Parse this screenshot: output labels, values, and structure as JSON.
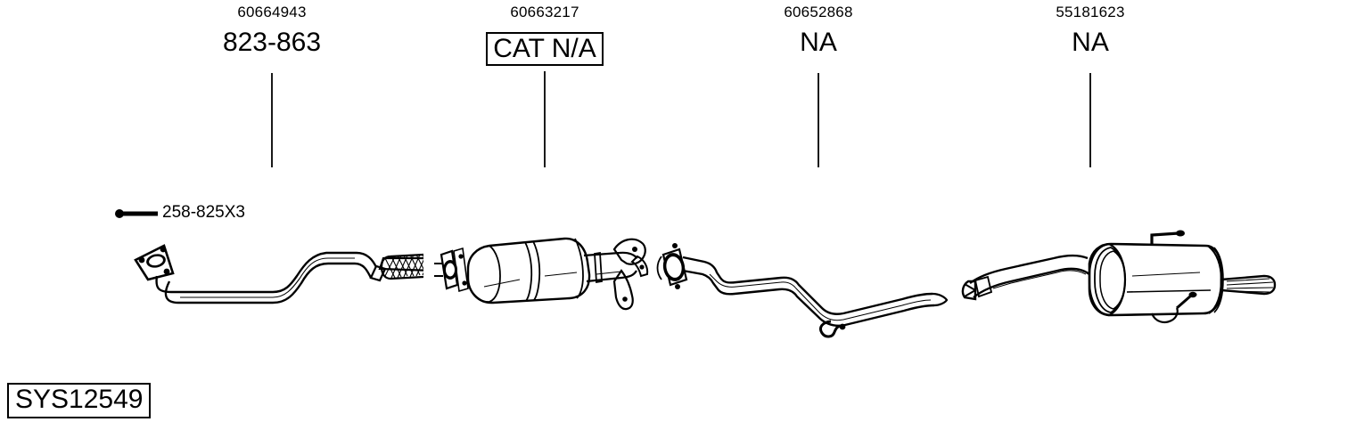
{
  "diagram": {
    "title_id": "SYS12549",
    "background_color": "#ffffff",
    "line_color": "#000000"
  },
  "callouts": [
    {
      "part_number": "60664943",
      "part_name": "823-863",
      "boxed": false,
      "component": "front-exhaust-pipe"
    },
    {
      "part_number": "60663217",
      "part_name": "CAT N/A",
      "boxed": true,
      "component": "catalytic-converter"
    },
    {
      "part_number": "60652868",
      "part_name": "NA",
      "boxed": false,
      "component": "centre-exhaust-pipe"
    },
    {
      "part_number": "55181623",
      "part_name": "NA",
      "boxed": false,
      "component": "rear-silencer"
    }
  ],
  "hardware": {
    "label": "258-825X3",
    "icon": "bolt-icon"
  }
}
